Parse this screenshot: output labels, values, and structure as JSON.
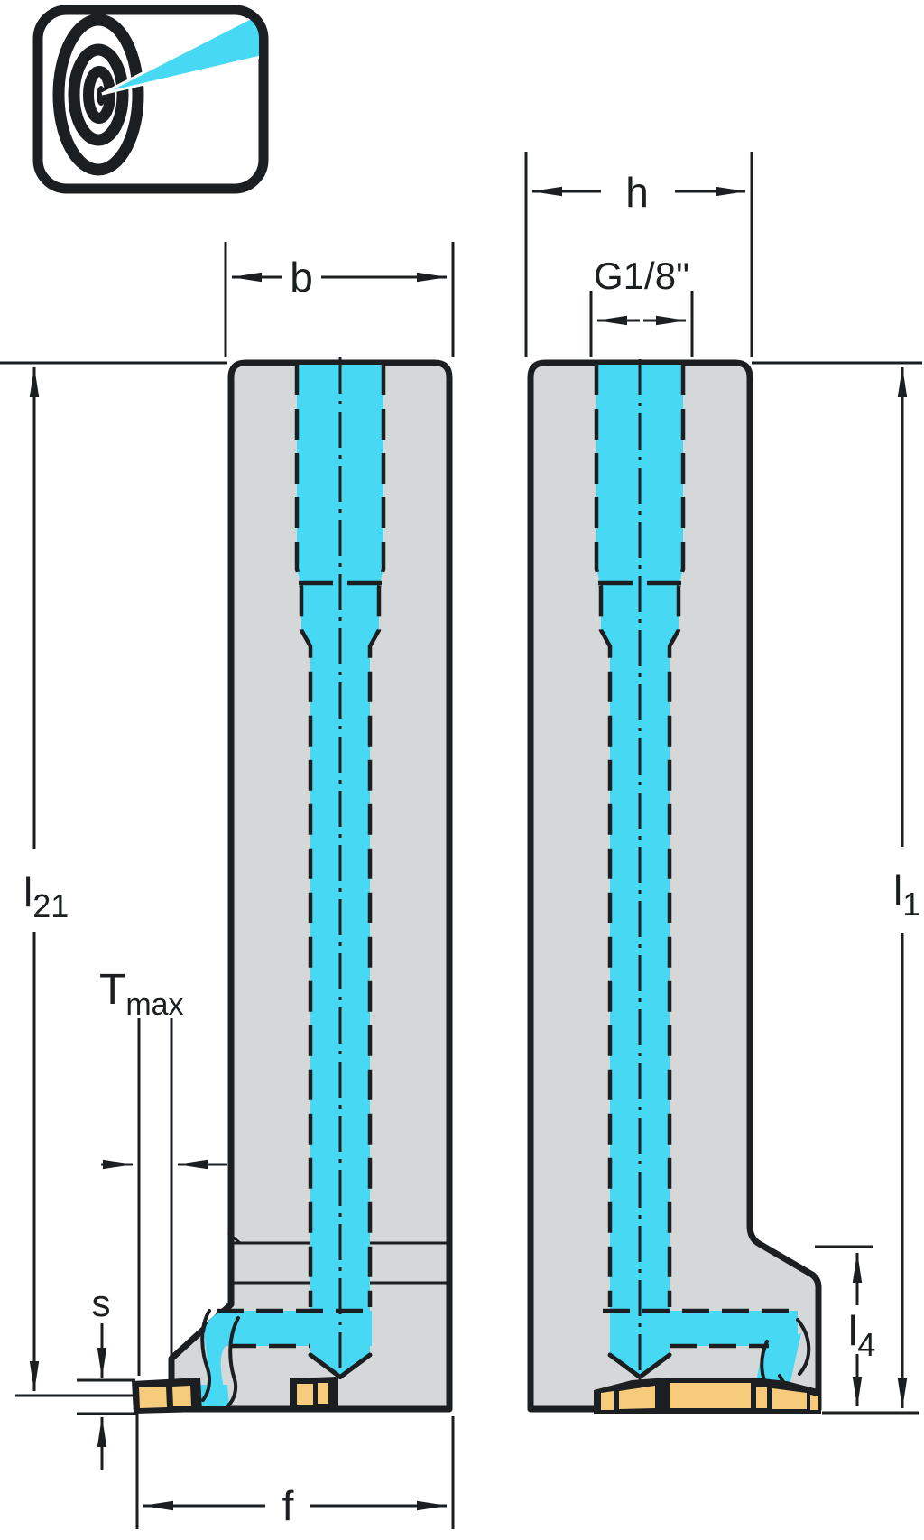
{
  "logo": {
    "icon": "precision-coolant-target-icon"
  },
  "colors": {
    "coolant_cyan": "#47D9F4",
    "body_gray": "#D5D8D9",
    "insert_yellow": "#F6CB7B",
    "line_black": "#1C1F22",
    "background": "#FFFFFF"
  },
  "views": {
    "left": "side-view-tool-holder",
    "right": "front-view-tool-holder"
  },
  "dims": {
    "b": {
      "label": "b"
    },
    "h": {
      "label": "h"
    },
    "thread": {
      "label": "G1/8\""
    },
    "l21": {
      "base": "l",
      "sub": "21"
    },
    "l1": {
      "base": "l",
      "sub": "1"
    },
    "l4": {
      "base": "l",
      "sub": "4"
    },
    "tmax": {
      "base": "T",
      "sub": "max"
    },
    "s": {
      "label": "s"
    },
    "f": {
      "label": "f"
    }
  }
}
